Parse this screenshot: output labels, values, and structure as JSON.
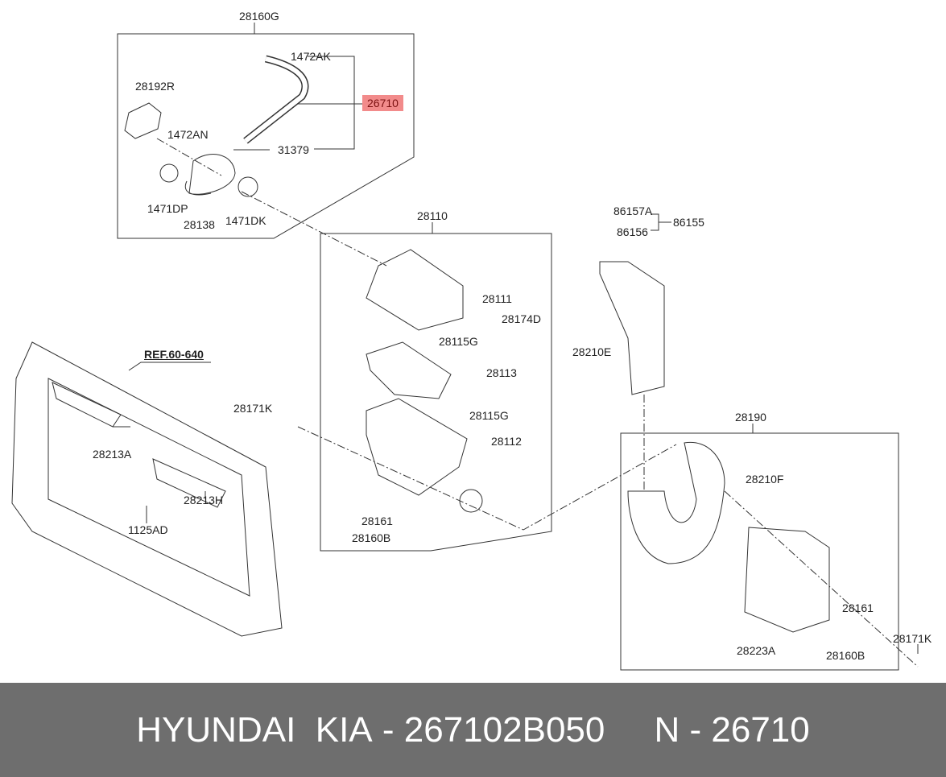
{
  "labels": [
    "28160G",
    "1472AK",
    "26710",
    "28192R",
    "1472AN",
    "31379",
    "1471DP",
    "28138",
    "1471DK",
    "28110",
    "28111",
    "28174D",
    "28115G",
    "28113",
    "28115G",
    "28171K",
    "28112",
    "28161",
    "28160B",
    "86157A",
    "86155",
    "86156",
    "28210E",
    "28190",
    "28210F",
    "28161",
    "28223A",
    "28160B",
    "28171K",
    "REF.60-640",
    "28213A",
    "28213H",
    "1125AD"
  ],
  "highlight_color": "#f28b8b",
  "banner": {
    "brand": "HYUNDAI  KIA",
    "sep1": " - ",
    "part_number": "267102B050",
    "gap": "     ",
    "prefix": "N",
    "sep2": " - ",
    "ref_number": "26710"
  },
  "banner_color": "#6e6e6e"
}
